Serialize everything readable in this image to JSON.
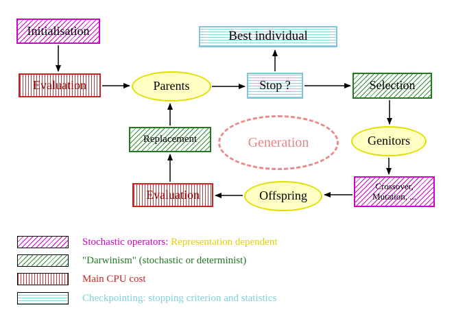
{
  "nodes": {
    "initialisation": {
      "label": "Initialisation"
    },
    "evaluation_top": {
      "label": "Evaluation"
    },
    "parents": {
      "label": "Parents"
    },
    "best_individual": {
      "label": "Best individual"
    },
    "stop": {
      "label": "Stop ?"
    },
    "selection": {
      "label": "Selection"
    },
    "replacement": {
      "label": "Replacement"
    },
    "generation": {
      "label": "Generation"
    },
    "genitors": {
      "label": "Genitors"
    },
    "evaluation_bottom": {
      "label": "Evaluation"
    },
    "offspring": {
      "label": "Offspring"
    },
    "crossover_mutation": {
      "line1": "Crossover,",
      "line2": "Mutation, ..."
    }
  },
  "edges": [
    {
      "from": "initialisation",
      "to": "evaluation_top"
    },
    {
      "from": "evaluation_top",
      "to": "parents"
    },
    {
      "from": "parents",
      "to": "stop"
    },
    {
      "from": "stop",
      "to": "best_individual"
    },
    {
      "from": "stop",
      "to": "selection"
    },
    {
      "from": "selection",
      "to": "genitors"
    },
    {
      "from": "genitors",
      "to": "crossover_mutation"
    },
    {
      "from": "crossover_mutation",
      "to": "offspring"
    },
    {
      "from": "offspring",
      "to": "evaluation_bottom"
    },
    {
      "from": "evaluation_bottom",
      "to": "replacement"
    },
    {
      "from": "replacement",
      "to": "parents"
    }
  ],
  "legend": {
    "stochastic": {
      "label": "Stochastic operators:",
      "suffix": "Representation dependent"
    },
    "darwinism": {
      "label": "\"Darwinism\" (stochastic or determinist)"
    },
    "cpu": {
      "label": "Main CPU cost"
    },
    "checkpointing": {
      "label": "Checkpointing: stopping criterion and statistics"
    }
  },
  "colors": {
    "magenta": "#cc00cc",
    "green": "#1e7a1e",
    "red": "#cc2222",
    "dark_red": "#990000",
    "cyan": "#7fd0dc",
    "yellow_fill": "#ffffc4",
    "yellow_border": "#e0e000",
    "legend_yellow": "#e3cf00",
    "salmon_dashed": "#ea8a8a"
  }
}
